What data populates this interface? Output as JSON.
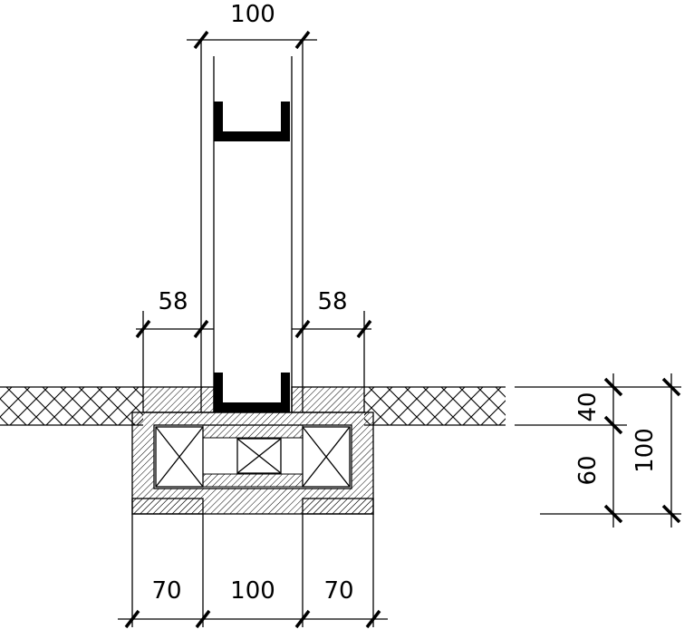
{
  "dimensions": {
    "top_width": "100",
    "left_offset": "58",
    "right_offset": "58",
    "bottom_left": "70",
    "bottom_mid": "100",
    "bottom_right": "70",
    "right_top": "40",
    "right_bottom": "60",
    "right_total": "100"
  },
  "colors": {
    "line": "#000000",
    "background": "#ffffff"
  }
}
